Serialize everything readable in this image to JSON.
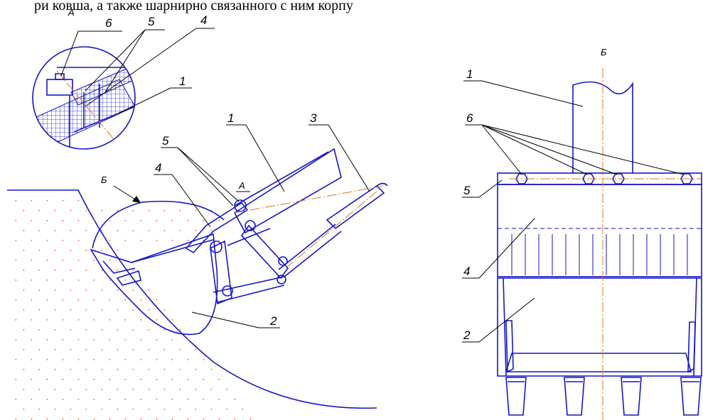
{
  "header_text": "ри ковша, а также шарнирно связанного с ним корпу",
  "views": {
    "detail_a": "А",
    "section_b": "Б",
    "view_b_marker": "Б",
    "detail_a_marker": "А"
  },
  "callouts": {
    "detail": [
      "6",
      "5",
      "4",
      "1"
    ],
    "main": [
      "5",
      "4",
      "1",
      "3",
      "2"
    ],
    "side": [
      "1",
      "6",
      "5",
      "4",
      "2"
    ]
  },
  "colors": {
    "lines": "#1515c8",
    "axes": "#e07a18",
    "soil": "#e86060",
    "text": "#000000"
  }
}
